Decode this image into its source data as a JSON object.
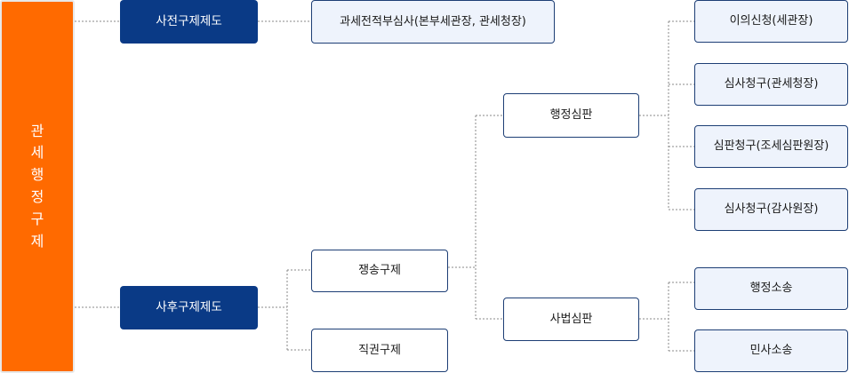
{
  "root": {
    "label": "관세행정구제"
  },
  "pre": {
    "label": "사전구제제도",
    "child": "과세전적부심사(본부세관장, 관세청장)"
  },
  "post": {
    "label": "사후구제제도",
    "dispute": {
      "label": "쟁송구제",
      "admin": {
        "label": "행정심판",
        "items": [
          "이의신청(세관장)",
          "심사청구(관세청장)",
          "심판청구(조세심판원장)",
          "심사청구(감사원장)"
        ]
      },
      "judicial": {
        "label": "사법심판",
        "items": [
          "행정소송",
          "민사소송"
        ]
      }
    },
    "ex_officio": {
      "label": "직권구제"
    }
  }
}
